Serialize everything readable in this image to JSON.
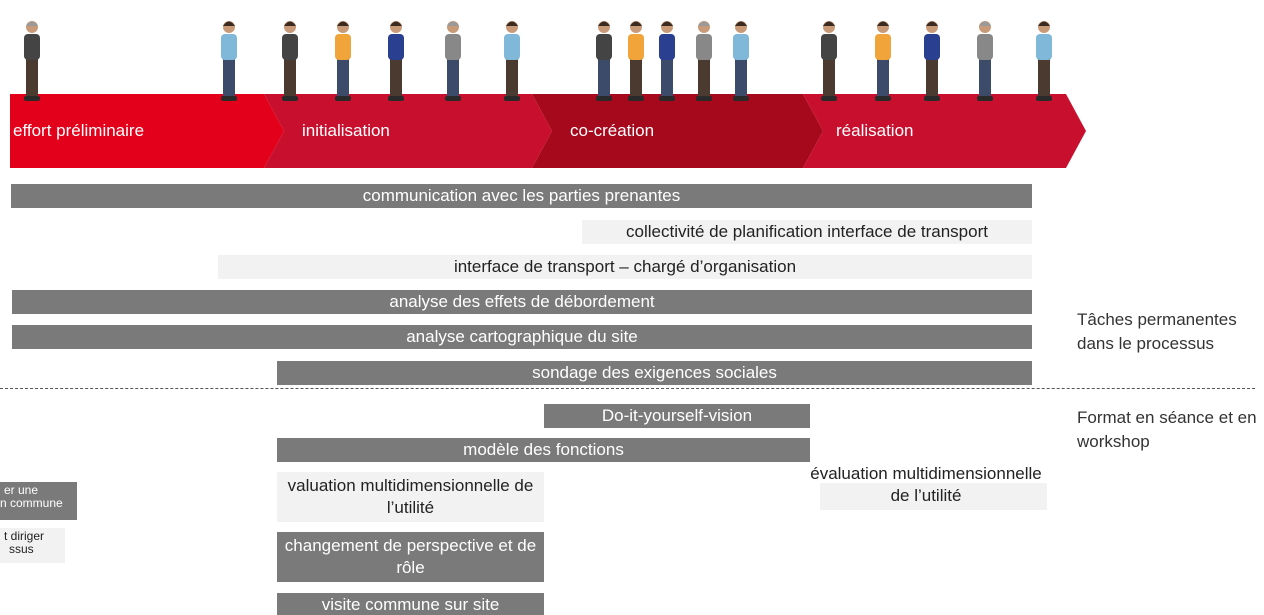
{
  "phases": [
    {
      "label": "effort préliminaire",
      "color": "#e2001a"
    },
    {
      "label": "initialisation",
      "color": "#c8102e"
    },
    {
      "label": "co-création",
      "color": "#a6081c"
    },
    {
      "label": "réalisation",
      "color": "#c8102e"
    }
  ],
  "people_icon": "person-figure-icon",
  "permanent_tasks": [
    {
      "label": "communication avec les parties prenantes",
      "style": "dark"
    },
    {
      "label": "collectivité de planification interface de transport",
      "style": "light"
    },
    {
      "label": "interface de transport – chargé d’organisation",
      "style": "light"
    },
    {
      "label": "analyse des effets de débordement",
      "style": "dark"
    },
    {
      "label": "analyse cartographique du site",
      "style": "dark"
    },
    {
      "label": "sondage des exigences sociales",
      "style": "dark"
    }
  ],
  "workshop_tasks": [
    {
      "label": "Do-it-yourself-vision",
      "style": "dark"
    },
    {
      "label": "modèle des fonctions",
      "style": "dark"
    },
    {
      "label": "valuation multidimensionnelle de l’utilité",
      "style": "light"
    },
    {
      "label": "évaluation multidimensionnelle de l’utilité",
      "style": "light"
    },
    {
      "label": "changement de perspective et de rôle",
      "style": "dark"
    },
    {
      "label": "visite commune sur site",
      "style": "dark"
    }
  ],
  "side_labels": {
    "permanent": "Tâches permanentes dans le processus",
    "workshop": "Format en séance et en workshop"
  },
  "legend": {
    "dark_line1": "er une",
    "dark_line2": "n commune",
    "light_line1": "t diriger",
    "light_line2": "ssus"
  }
}
